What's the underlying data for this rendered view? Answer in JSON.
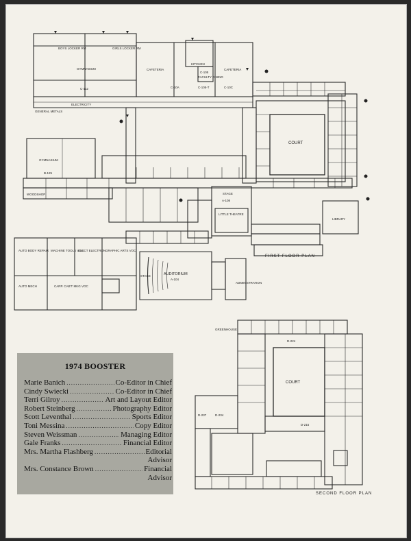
{
  "staff_box": {
    "title": "1974 BOOSTER",
    "members": [
      {
        "name": "Marie Banich",
        "role": "Co-Editor in Chief"
      },
      {
        "name": "Cindy Swiecki",
        "role": "Co-Editor in Chief"
      },
      {
        "name": "Terri Gilroy",
        "role": "Art and Layout Editor"
      },
      {
        "name": "Robert Steinberg",
        "role": "Photography Editor"
      },
      {
        "name": "Scott Leventhal",
        "role": "Sports Editor"
      },
      {
        "name": "Toni Messina",
        "role": "Copy Editor"
      },
      {
        "name": "Steven Weissman",
        "role": "Managing Editor"
      },
      {
        "name": "Gale Franks",
        "role": "Financial Editor"
      },
      {
        "name": "Mrs. Martha Flashberg",
        "role": "Editorial",
        "role2": "Advisor"
      },
      {
        "name": "Mrs. Constance Brown",
        "role": "Financial",
        "role2": "Advisor"
      }
    ]
  },
  "first_floor": {
    "label": "FIRST FLOOR PLAN",
    "rooms": {
      "boys_locker": "BOYS LOCKER RM",
      "girls_locker": "GIRLS LOCKER RM",
      "gym1": "GYMNASIUM",
      "c112": "C-112",
      "cafeteria_a": "CAFETERIA",
      "kitchen": "KITCHEN",
      "c105": "C-105",
      "faculty_dining": "FACULTY DINING",
      "cafeteria_b": "CAFETERIA",
      "c10a": "C-10A",
      "c105t": "C-105-T",
      "c10c": "C-10C",
      "general_metals": "GENERAL METALS",
      "electricity": "ELECTRICITY",
      "court": "COURT",
      "gym2": "GYMNASIUM",
      "b125": "B-125",
      "woodshop": "WOODSHOP",
      "little_theatre": "LITTLE THEATRE",
      "stage1": "STAGE",
      "a108": "A-108",
      "library": "LIBRARY",
      "auto_body": "AUTO BODY REPAIR",
      "machine": "MACHINE TOOLS VOC",
      "elect_electron": "ELECT ELECTRON",
      "graphic_arts": "GRAPHIC ARTS VOC",
      "auditorium": "AUDITORIUM",
      "a104": "A-104",
      "stage2": "STAGE",
      "auto_mech": "AUTO MECH",
      "carp": "CARP. CAB'T MKG VOC",
      "administration": "ADMINISTRATION"
    }
  },
  "second_floor": {
    "label": "SECOND FLOOR PLAN",
    "rooms": {
      "greenhouse": "GREENHOUSE",
      "court": "COURT",
      "d224": "D-224",
      "d215": "D-215",
      "d237": "D-237",
      "d234": "D-234"
    }
  }
}
